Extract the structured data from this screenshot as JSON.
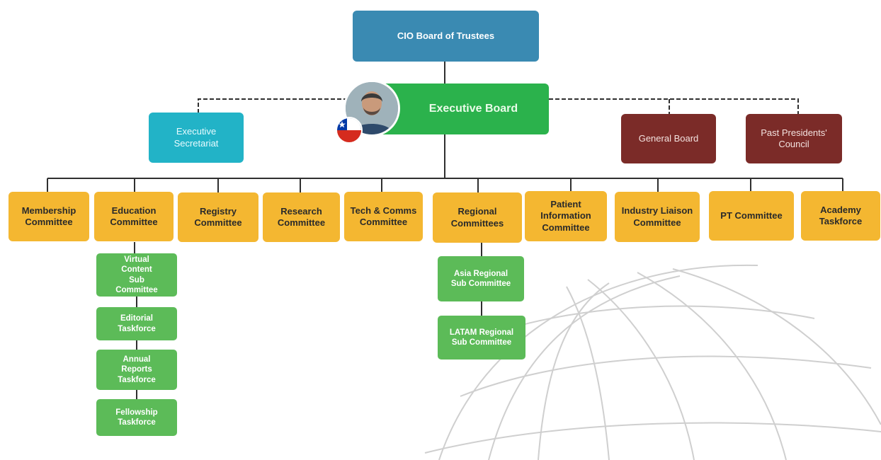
{
  "top": {
    "label": "CIO Board of Trustees"
  },
  "executive_board": {
    "label": "Executive Board"
  },
  "executive_secretariat": {
    "label": "Executive Secretariat"
  },
  "general_board": {
    "label": "General Board"
  },
  "past_presidents": {
    "label": "Past Presidents' Council"
  },
  "committees": [
    {
      "label": "Membership Committee"
    },
    {
      "label": "Education Committee"
    },
    {
      "label": "Registry Committee"
    },
    {
      "label": "Research Committee"
    },
    {
      "label": "Tech & Comms Committee"
    },
    {
      "label": "Regional Committees"
    },
    {
      "label": "Patient Information Committee"
    },
    {
      "label": "Industry Liaison Committee"
    },
    {
      "label": "PT Committee"
    },
    {
      "label": "Academy Taskforce"
    }
  ],
  "education_sub": [
    {
      "label": "Virtual Content Sub Committee"
    },
    {
      "label": "Editorial Taskforce"
    },
    {
      "label": "Annual Reports Taskforce"
    },
    {
      "label": "Fellowship Taskforce"
    }
  ],
  "regional_sub": [
    {
      "label": "Asia Regional Sub Committee"
    },
    {
      "label": "LATAM Regional Sub Committee"
    }
  ],
  "colors": {
    "board_blue": "#3a8ab2",
    "executive_green": "#2bb24c",
    "secretariat_teal": "#22b3c7",
    "council_maroon": "#7b2b28",
    "committee_gold": "#f4b731",
    "subcommittee_green": "#5cbb58"
  },
  "icons": {
    "avatar": "person-photo",
    "flag": "chile-flag-icon",
    "background": "globe-wireframe"
  }
}
